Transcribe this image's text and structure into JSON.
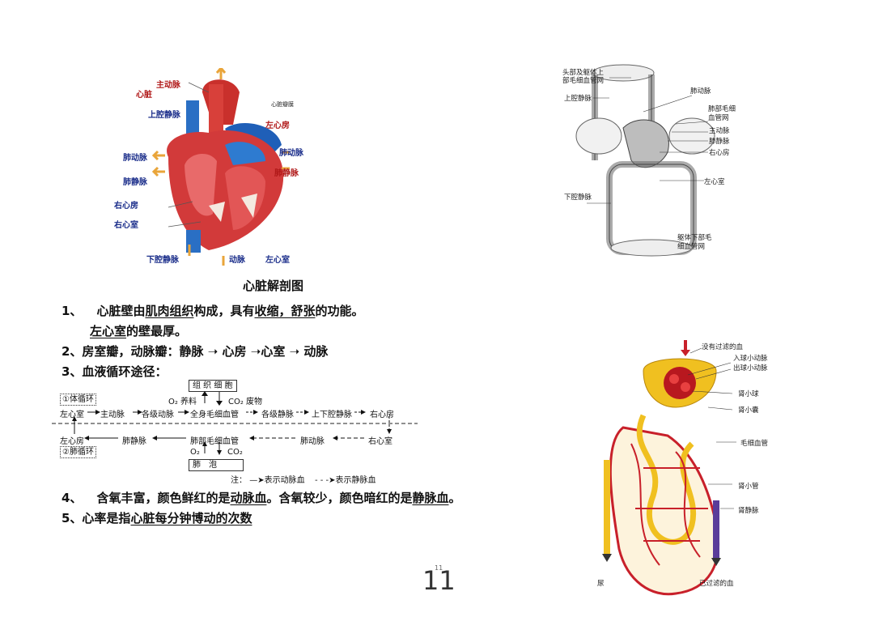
{
  "heart_figure": {
    "labels": {
      "aorta": "主动脉",
      "heart": "心脏",
      "svc": "上腔静脉",
      "valve": "心脏瓣膜",
      "left_atrium": "左心房",
      "pulmonary_artery_left": "肺动脉",
      "pulmonary_artery_right": "肺动脉",
      "pulmonary_vein_left": "肺静脉",
      "pulmonary_vein_right": "肺静脉",
      "right_atrium": "右心房",
      "right_ventricle": "右心室",
      "ivc": "下腔静脉",
      "artery_bottom": "动脉",
      "left_ventricle": "左心室"
    },
    "caption": "心脏解剖图"
  },
  "circulation_figure": {
    "labels": {
      "head_capillary_1": "头部及躯体上",
      "head_capillary_2": "部毛细血管网",
      "svc": "上腔静脉",
      "pulmonary_artery": "肺动脉",
      "lung_capillary_1": "肺部毛细",
      "lung_capillary_2": "血管网",
      "aorta": "主动脉",
      "pulmonary_vein": "肺静脉",
      "right_atrium": "右心房",
      "left_ventricle": "左心室",
      "ivc": "下腔静脉",
      "lower_capillary_1": "躯体下部毛",
      "lower_capillary_2": "细血管网"
    }
  },
  "notes": {
    "n1_num": "1、",
    "n1_a": "心脏壁由",
    "n1_b": "肌肉组织",
    "n1_c": "构成，具有",
    "n1_d": "收缩，舒张",
    "n1_e": "的功能。",
    "n1_line2_a": "左心室",
    "n1_line2_b": "的壁最厚。",
    "n2": "2、房室瓣，动脉瓣：静脉",
    "n2_b": "心房",
    "n2_c": "心室",
    "n2_d": "动脉",
    "n3": "3、血液循环途径："
  },
  "circulation_path": {
    "tissue_box": "组 织 细 胞",
    "body_label": "①体循环",
    "o2_nutrients": "O₂ 养料",
    "co2_waste": "CO₂ 废物",
    "body_steps": [
      "左心室",
      "主动脉",
      "各级动脉",
      "全身毛细血管",
      "各级静脉",
      "上下腔静脉",
      "右心房"
    ],
    "lung_steps": [
      "左心房",
      "肺静脉",
      "肺部毛细血管",
      "肺动脉",
      "右心室"
    ],
    "lung_label": "②肺循环",
    "o2": "O₂",
    "co2": "CO₂",
    "alveoli_box": "肺　泡",
    "note_prefix": "注：",
    "note_artery": "表示动脉血",
    "note_vein": "表示静脉血"
  },
  "notes2": {
    "n4_num": "4、",
    "n4_a": "含氧丰富，颜色鲜红的是",
    "n4_b": "动脉血",
    "n4_c": "。含氧较少，颜色暗红的是",
    "n4_d": "静脉血",
    "n4_e": "。",
    "n5_a": "5、心率是指",
    "n5_b": "心脏每分钟博动的次数"
  },
  "kidney_figure": {
    "labels": {
      "unfiltered": "没有过滤的血",
      "afferent": "入球小动脉",
      "efferent": "出球小动脉",
      "glomerulus": "肾小球",
      "capsule": "肾小囊",
      "capillary": "毛细血管",
      "tubule": "肾小管",
      "renal_vein": "肾静脉",
      "urine": "尿",
      "filtered": "已过滤的血"
    }
  },
  "page": {
    "number": "11",
    "number_small": "11"
  },
  "colors": {
    "artery_red": "#c8202a",
    "vein_blue": "#1f5fb8",
    "urine_yellow": "#f0c020"
  }
}
